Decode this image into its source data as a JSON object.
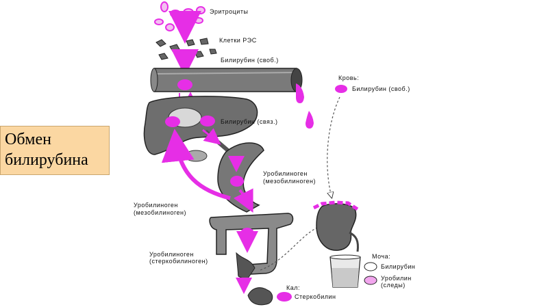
{
  "title": {
    "line1": "Обмен",
    "line2": "билирубина"
  },
  "labels": {
    "erythrocytes": "Эритроциты",
    "cells_res": "Клетки РЭС",
    "bilirubin_free": "Билирубин (своб.)",
    "blood": "Кровь:",
    "blood_bilirubin_free": "Билирубин (своб.)",
    "bilirubin_conj": "Билирубин (связ.)",
    "urobilinogen_meso_1": "Уробилиноген",
    "urobilinogen_meso_2": "(мезобилиноген)",
    "urobilinogen_left_1": "Уробилиноген",
    "urobilinogen_left_2": "(мезобилиноген)",
    "urobilinogen_sterco_1": "Уробилиноген",
    "urobilinogen_sterco_2": "(стеркобилиноген)",
    "urine": "Моча:",
    "urine_bilirubin": "Билирубин",
    "urine_urobilin_1": "Уробилин",
    "urine_urobilin_2": "(следы)",
    "feces": "Кал:",
    "feces_stercobilin": "Стеркобилин"
  },
  "colors": {
    "accent": "#e62ee6",
    "title_bg": "#fbd7a2",
    "organ": "#555555"
  }
}
